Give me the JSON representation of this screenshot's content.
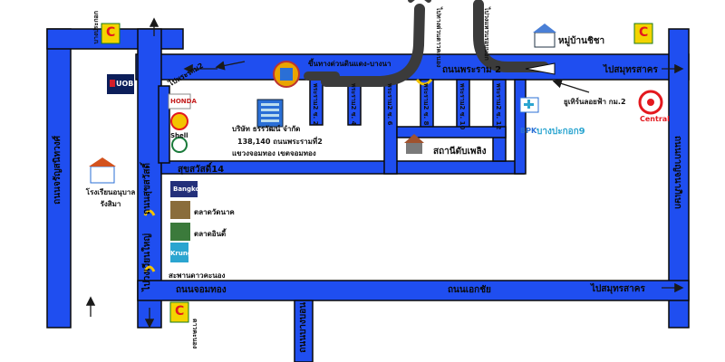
{
  "colors": {
    "road": "#1f4ef0",
    "road_border": "#0a0a0a",
    "arrow": "#4a4a4a",
    "highlight": "#f3c400",
    "uob": "#0c1e5a",
    "central": "#e3181e"
  },
  "roads": {
    "charansanitwong": "ถนนจรัญสนิทวงศ์",
    "rama2_top": "ถนนพระราม 2",
    "to_samutsakhon_top": "ไปสมุทรสาคร",
    "to_samutsakhon_bottom": "ไปสมุทรสาคร",
    "kanchanaphisek": "ถนนกาญจนาภิเษก",
    "chomthong": "ถนนจอมทอง",
    "ekkachai": "ถนนเอกชัย",
    "to_rama2": "ไปพระราม2",
    "suksawat": "ถนนสุขสวัสดิ์",
    "suksawat14": "สุขสวัสดิ์14",
    "to_wongwian_yai": "ไปวงเวียนใหญ่",
    "expressway": "ขึ้นทางด่วนดินแดง-บางนา",
    "bangbon": "ถนนบางบอน",
    "to_bang_pakok": "บางประกอก",
    "soi_rama2_2": "พระราม2 ซ. 2",
    "soi_rama2_4": "พระราม2 ซ. 4",
    "soi_rama2_6": "พระราม2 ซ. 6",
    "soi_rama2_8": "พระราม2 ซ. 8",
    "soi_rama2_10": "พระราม2 ซ. 10",
    "soi_rama2_12": "พระราม2 ซ. 12",
    "top_arrow_left": "ไปทางด่วนดาวคะนอง",
    "top_arrow_right": "ไปวงแหวนรอบนอก"
  },
  "places": {
    "village": "หมู่บ้านชิชา",
    "company": "บริษัท ธรรวัฒน์ จำกัด",
    "address_line1": "138,140 ถนนพระรามที่2",
    "address_line2": "แขวงจอมทอง เขตจอมทอง",
    "fire_station": "สถานีดับเพลิง",
    "central_name": "Central",
    "central_rama2": "ยูเทิร์นลอยฟ้า กม.2",
    "school": "โรงเรียนอนุบาล รังสิมา",
    "market_wat_nak": "ตลาดวัดนาค",
    "market_indy": "ตลาดอินดี้",
    "bridge": "สะพานดาวคะนอง",
    "dao_khanong": "ดาวคะนอง",
    "uob": "UOB",
    "honda": "HONDA",
    "shell": "Shell",
    "bangkok_bank": "Bangkok Bank",
    "krungthai": "Krungthai",
    "hospital": "BPK",
    "hospital_name": "บางปะกอก9",
    "big_c": "C"
  }
}
